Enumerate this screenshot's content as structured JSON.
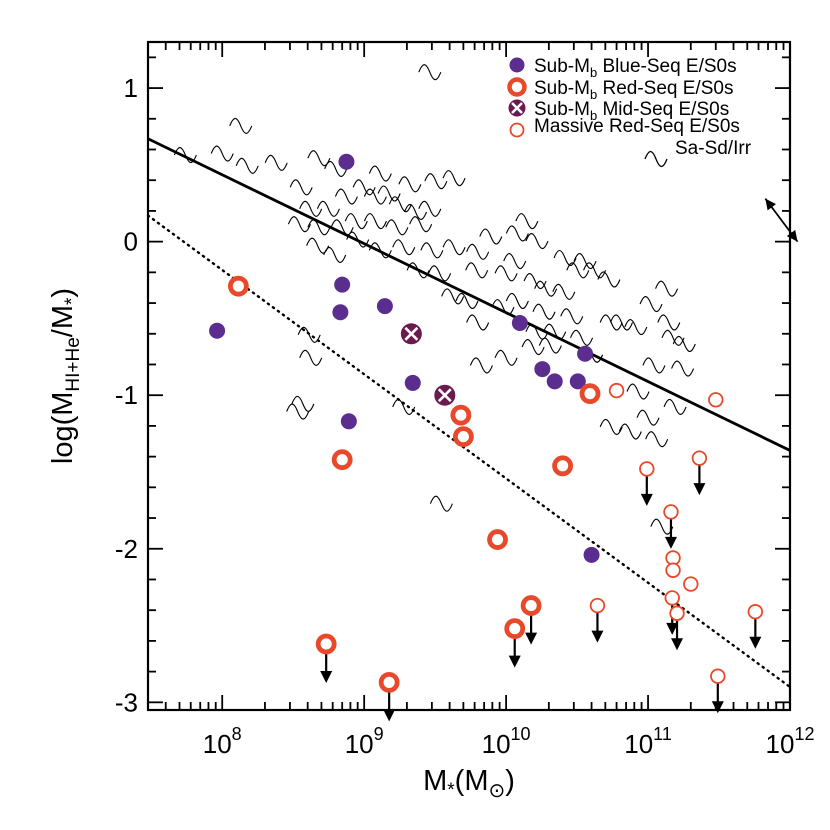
{
  "chart_data": {
    "type": "scatter",
    "x_scale": "log",
    "xlim": [
      30000000.0,
      1000000000000.0
    ],
    "ylim": [
      -3.05,
      1.3
    ],
    "grid": false,
    "legend_placement": "top-right",
    "x_ticks": [
      {
        "value": 100000000.0,
        "base": "10",
        "exp": "8"
      },
      {
        "value": 1000000000.0,
        "base": "10",
        "exp": "9"
      },
      {
        "value": 10000000000.0,
        "base": "10",
        "exp": "10"
      },
      {
        "value": 100000000000.0,
        "base": "10",
        "exp": "11"
      },
      {
        "value": 1000000000000.0,
        "base": "10",
        "exp": "12"
      }
    ],
    "y_ticks": [
      {
        "value": 1,
        "label": "1"
      },
      {
        "value": 0,
        "label": "0"
      },
      {
        "value": -1,
        "label": "-1"
      },
      {
        "value": -2,
        "label": "-2"
      },
      {
        "value": -3,
        "label": "-3"
      }
    ],
    "xlabel": {
      "main": "M",
      "sub": "*",
      "unit_open": "(M",
      "unit_sub": "⊙",
      "unit_close": ")"
    },
    "ylabel": {
      "pre": "log(M",
      "sub": "HI+He",
      "mid": "/M",
      "sub2": "*",
      "post": ")"
    },
    "colors": {
      "blue_seq": "#5b2d8e",
      "red_seq": "#e8492a",
      "mid_seq": "#6a1a4f",
      "axis": "#000000"
    },
    "legend": [
      {
        "marker": "filled-circle",
        "text_pre": "Sub-M",
        "text_sub": "b",
        "text_post": " Blue-Seq E/S0s"
      },
      {
        "marker": "thick-ring",
        "text_pre": "Sub-M",
        "text_sub": "b",
        "text_post": " Red-Seq E/S0s"
      },
      {
        "marker": "crossed-circle",
        "text_pre": "Sub-M",
        "text_sub": "b",
        "text_post": " Mid-Seq E/S0s"
      },
      {
        "marker": "thin-ring",
        "text_pre": "",
        "text_sub": "",
        "text_post": "Massive Red-Seq E/S0s"
      },
      {
        "marker": "tilde",
        "text_pre": "",
        "text_sub": "",
        "text_post": "Sa-Sd/Irr"
      }
    ],
    "lines": [
      {
        "name": "fit-line",
        "style": "solid",
        "x": [
          30000000.0,
          1000000000000.0
        ],
        "y": [
          0.67,
          -1.36
        ]
      },
      {
        "name": "offset-line",
        "style": "dotted",
        "x": [
          30000000.0,
          1000000000000.0
        ],
        "y": [
          0.17,
          -2.9
        ]
      }
    ],
    "error_arrow": {
      "x": [
        670000000000.0,
        1130000000000.0
      ],
      "y": [
        0.28,
        0.0
      ]
    },
    "series": [
      {
        "key": "blue_seq",
        "name": "Sub-Mb Blue-Seq E/S0s",
        "points": [
          {
            "x": 92000000.0,
            "y": -0.58
          },
          {
            "x": 750000000.0,
            "y": 0.52
          },
          {
            "x": 700000000.0,
            "y": -0.28
          },
          {
            "x": 680000000.0,
            "y": -0.46
          },
          {
            "x": 1400000000.0,
            "y": -0.42
          },
          {
            "x": 780000000.0,
            "y": -1.17
          },
          {
            "x": 2200000000.0,
            "y": -0.92
          },
          {
            "x": 12500000000.0,
            "y": -0.53
          },
          {
            "x": 18000000000.0,
            "y": -0.83
          },
          {
            "x": 22000000000.0,
            "y": -0.91
          },
          {
            "x": 32000000000.0,
            "y": -0.91
          },
          {
            "x": 36000000000.0,
            "y": -0.73
          },
          {
            "x": 40000000000.0,
            "y": -2.04
          }
        ]
      },
      {
        "key": "red_seq",
        "name": "Sub-Mb Red-Seq E/S0s",
        "points": [
          {
            "x": 130000000.0,
            "y": -0.29,
            "limit": false
          },
          {
            "x": 700000000.0,
            "y": -1.42,
            "limit": false
          },
          {
            "x": 4800000000.0,
            "y": -1.13,
            "limit": false
          },
          {
            "x": 5000000000.0,
            "y": -1.27,
            "limit": false
          },
          {
            "x": 8700000000.0,
            "y": -1.94,
            "limit": false
          },
          {
            "x": 25000000000.0,
            "y": -1.46,
            "limit": false
          },
          {
            "x": 39000000000.0,
            "y": -0.99,
            "limit": false
          },
          {
            "x": 540000000.0,
            "y": -2.62,
            "limit": true
          },
          {
            "x": 1500000000.0,
            "y": -2.87,
            "limit": true
          },
          {
            "x": 11500000000.0,
            "y": -2.52,
            "limit": true
          },
          {
            "x": 15000000000.0,
            "y": -2.37,
            "limit": true
          }
        ]
      },
      {
        "key": "mid_seq",
        "name": "Sub-Mb Mid-Seq E/S0s",
        "points": [
          {
            "x": 2150000000.0,
            "y": -0.6
          },
          {
            "x": 3700000000.0,
            "y": -1.0
          }
        ]
      },
      {
        "key": "massive_red",
        "name": "Massive Red-Seq E/S0s",
        "points": [
          {
            "x": 60000000000.0,
            "y": -0.97,
            "limit": false
          },
          {
            "x": 300000000000.0,
            "y": -1.03,
            "limit": false
          },
          {
            "x": 200000000000.0,
            "y": -2.23,
            "limit": false
          },
          {
            "x": 150000000000.0,
            "y": -2.06,
            "limit": false
          },
          {
            "x": 150000000000.0,
            "y": -2.14,
            "limit": false
          },
          {
            "x": 98000000000.0,
            "y": -1.48,
            "limit": true
          },
          {
            "x": 230000000000.0,
            "y": -1.41,
            "limit": true
          },
          {
            "x": 145000000000.0,
            "y": -1.76,
            "limit": true
          },
          {
            "x": 44000000000.0,
            "y": -2.37,
            "limit": true
          },
          {
            "x": 148000000000.0,
            "y": -2.32,
            "limit": true
          },
          {
            "x": 160000000000.0,
            "y": -2.42,
            "limit": true
          },
          {
            "x": 570000000000.0,
            "y": -2.41,
            "limit": true
          },
          {
            "x": 310000000000.0,
            "y": -2.83,
            "limit": true
          }
        ]
      },
      {
        "key": "spirals",
        "name": "Sa-Sd/Irr",
        "points": [
          {
            "x": 2900000000.0,
            "y": 1.11
          },
          {
            "x": 135000000.0,
            "y": 0.76
          },
          {
            "x": 55000000.0,
            "y": 0.57
          },
          {
            "x": 100000000.0,
            "y": 0.58
          },
          {
            "x": 150000000.0,
            "y": 0.5
          },
          {
            "x": 240000000.0,
            "y": 0.52
          },
          {
            "x": 480000000.0,
            "y": 0.55
          },
          {
            "x": 630000000.0,
            "y": 0.48
          },
          {
            "x": 1300000000.0,
            "y": 0.45
          },
          {
            "x": 2100000000.0,
            "y": 0.38
          },
          {
            "x": 4300000000.0,
            "y": 0.42
          },
          {
            "x": 3200000000.0,
            "y": 0.4
          },
          {
            "x": 360000000.0,
            "y": 0.36
          },
          {
            "x": 420000000.0,
            "y": 0.22
          },
          {
            "x": 560000000.0,
            "y": 0.22
          },
          {
            "x": 750000000.0,
            "y": 0.3
          },
          {
            "x": 1000000000.0,
            "y": 0.36
          },
          {
            "x": 1200000000.0,
            "y": 0.3
          },
          {
            "x": 1500000000.0,
            "y": 0.32
          },
          {
            "x": 1800000000.0,
            "y": 0.25
          },
          {
            "x": 2300000000.0,
            "y": 0.2
          },
          {
            "x": 2900000000.0,
            "y": 0.22
          },
          {
            "x": 350000000.0,
            "y": 0.12
          },
          {
            "x": 480000000.0,
            "y": 0.1
          },
          {
            "x": 700000000.0,
            "y": 0.1
          },
          {
            "x": 880000000.0,
            "y": 0.14
          },
          {
            "x": 1200000000.0,
            "y": 0.14
          },
          {
            "x": 1700000000.0,
            "y": 0.1
          },
          {
            "x": 2500000000.0,
            "y": 0.12
          },
          {
            "x": 470000000.0,
            "y": -0.02
          },
          {
            "x": 620000000.0,
            "y": -0.08
          },
          {
            "x": 900000000.0,
            "y": 0.02
          },
          {
            "x": 1300000000.0,
            "y": -0.05
          },
          {
            "x": 1900000000.0,
            "y": -0.03
          },
          {
            "x": 3000000000.0,
            "y": -0.05
          },
          {
            "x": 4300000000.0,
            "y": -0.03
          },
          {
            "x": 6300000000.0,
            "y": -0.06
          },
          {
            "x": 7800000000.0,
            "y": 0.04
          },
          {
            "x": 2400000000.0,
            "y": -0.18
          },
          {
            "x": 3400000000.0,
            "y": -0.2
          },
          {
            "x": 6200000000.0,
            "y": -0.18
          },
          {
            "x": 4200000000.0,
            "y": -0.35
          },
          {
            "x": 5300000000.0,
            "y": -0.38
          },
          {
            "x": 6300000000.0,
            "y": -0.52
          },
          {
            "x": 9500000000.0,
            "y": -0.42
          },
          {
            "x": 12000000000.0,
            "y": -0.38
          },
          {
            "x": 14000000000.0,
            "y": 0.14
          },
          {
            "x": 12000000000.0,
            "y": 0.06
          },
          {
            "x": 16500000000.0,
            "y": 0.01
          },
          {
            "x": 11500000000.0,
            "y": -0.12
          },
          {
            "x": 10000000000.0,
            "y": -0.2
          },
          {
            "x": 16000000000.0,
            "y": -0.25
          },
          {
            "x": 19000000000.0,
            "y": -0.3
          },
          {
            "x": 18500000000.0,
            "y": -0.45
          },
          {
            "x": 16500000000.0,
            "y": -0.58
          },
          {
            "x": 22000000000.0,
            "y": -0.58
          },
          {
            "x": 25500000000.0,
            "y": -0.32
          },
          {
            "x": 26000000000.0,
            "y": -0.1
          },
          {
            "x": 32000000000.0,
            "y": -0.18
          },
          {
            "x": 36000000000.0,
            "y": -0.12
          },
          {
            "x": 42000000000.0,
            "y": -0.18
          },
          {
            "x": 53000000000.0,
            "y": -0.24
          },
          {
            "x": 29000000000.0,
            "y": -0.48
          },
          {
            "x": 34000000000.0,
            "y": -0.62
          },
          {
            "x": 40000000000.0,
            "y": -0.73
          },
          {
            "x": 55000000000.0,
            "y": -0.52
          },
          {
            "x": 65000000000.0,
            "y": -0.52
          },
          {
            "x": 82000000000.0,
            "y": -0.55
          },
          {
            "x": 105000000000.0,
            "y": -0.4
          },
          {
            "x": 135000000000.0,
            "y": -0.3
          },
          {
            "x": 140000000000.0,
            "y": -0.52
          },
          {
            "x": 150000000000.0,
            "y": -0.62
          },
          {
            "x": 180000000000.0,
            "y": -0.66
          },
          {
            "x": 110000000000.0,
            "y": -0.8
          },
          {
            "x": 175000000000.0,
            "y": -0.82
          },
          {
            "x": 85000000000.0,
            "y": -0.97
          },
          {
            "x": 155000000000.0,
            "y": -1.07
          },
          {
            "x": 100000000000.0,
            "y": -1.14
          },
          {
            "x": 55000000000.0,
            "y": -1.2
          },
          {
            "x": 75000000000.0,
            "y": -1.23
          },
          {
            "x": 115000000000.0,
            "y": -1.28
          },
          {
            "x": 10000000000.0,
            "y": -0.75
          },
          {
            "x": 6700000000.0,
            "y": -0.8
          },
          {
            "x": 15500000000.0,
            "y": -0.68
          },
          {
            "x": 20500000000.0,
            "y": -0.67
          },
          {
            "x": 125000000000.0,
            "y": -1.85
          },
          {
            "x": 3500000000.0,
            "y": -1.7
          },
          {
            "x": 340000000.0,
            "y": -1.1
          },
          {
            "x": 370000000.0,
            "y": -1.05
          },
          {
            "x": 420000000.0,
            "y": -0.75
          },
          {
            "x": 1900000000.0,
            "y": -1.07
          },
          {
            "x": 410000000.0,
            "y": -0.6
          }
        ]
      }
    ]
  }
}
